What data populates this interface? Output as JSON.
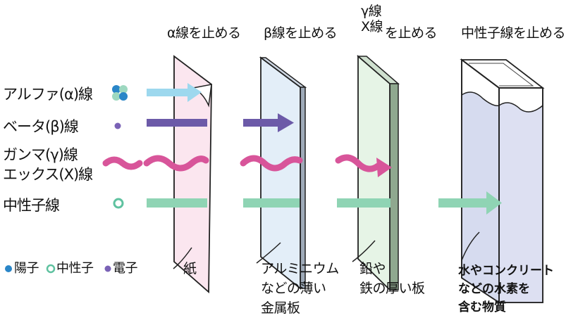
{
  "radiation_types": {
    "alpha": "アルファ(α)線",
    "beta": "ベータ(β)線",
    "gamma": "ガンマ(γ)線",
    "xray": "エックス(X)線",
    "neutron": "中性子線"
  },
  "stop_labels": {
    "alpha": "α線を止める",
    "beta": "β線を止める",
    "gamma_line1": "γ線",
    "gamma_line2": "X線",
    "gamma_suffix": "を止める",
    "neutron": "中性子線を止める"
  },
  "legend": {
    "proton": "陽子",
    "neutron": "中性子",
    "electron": "電子"
  },
  "materials": {
    "paper": "紙",
    "aluminium_line1": "アルミニウム",
    "aluminium_line2": "などの薄い",
    "aluminium_line3": "金属板",
    "lead_line1": "鉛や",
    "lead_line2": "鉄の厚い板",
    "water_line1": "水やコンクリート",
    "water_line2": "などの水素を",
    "water_line3": "含む物質"
  },
  "colors": {
    "alpha_arrow": "#9dd8ee",
    "beta_arrow": "#6c5aa8",
    "gamma_wave": "#d8559a",
    "neutron_arrow": "#8fd4b4",
    "paper_fill": "#fbe6ef",
    "aluminium_fill": "#e3eef8",
    "lead_fill": "#e6f4e6",
    "water_fill": "#dde0f2",
    "proton_dot": "#2a86c8",
    "neutron_dot": "#9dd8c0",
    "electron_dot": "#7a62b6"
  }
}
